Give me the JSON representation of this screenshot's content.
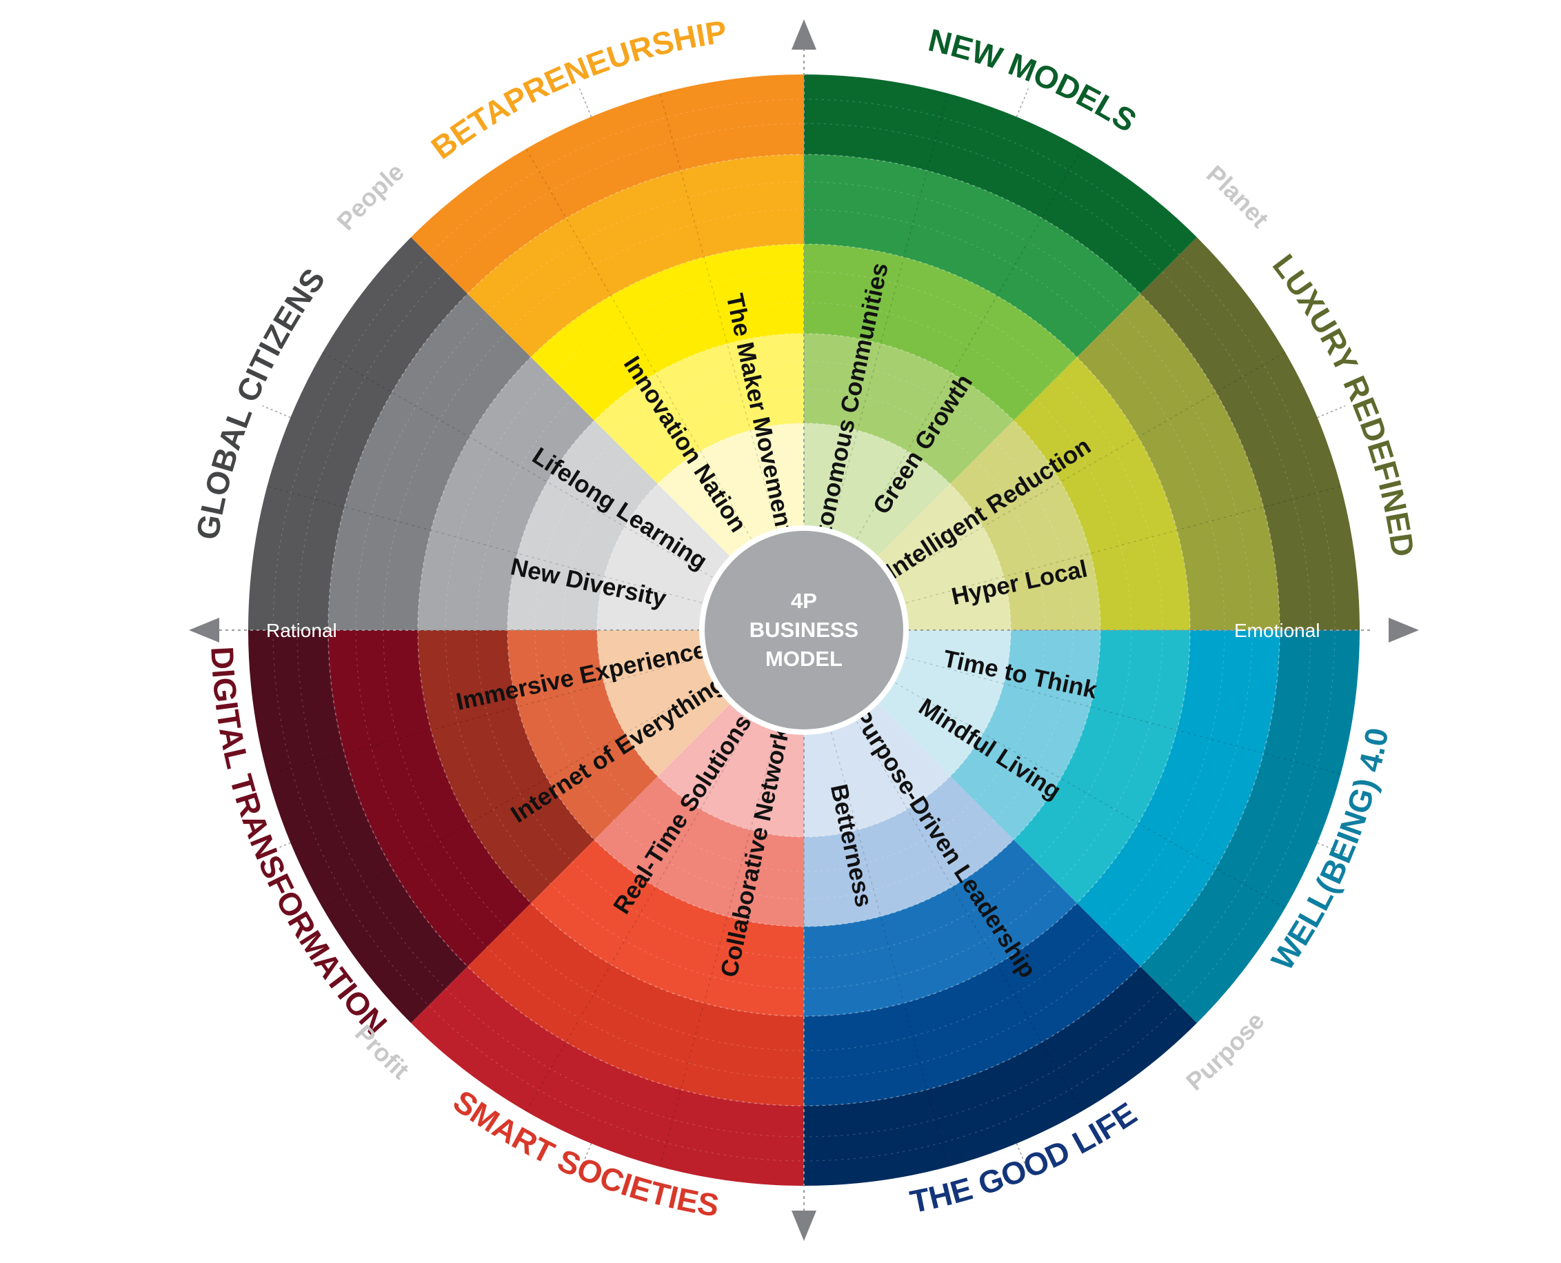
{
  "center": {
    "lines": [
      "4P",
      "BUSINESS",
      "MODEL"
    ],
    "color": "#a7a8ab"
  },
  "axes": {
    "left": "Rational",
    "right": "Emotional"
  },
  "quadrant_labels": {
    "top_left": "People",
    "top_right": "Planet",
    "bottom_left": "Profit",
    "bottom_right": "Purpose"
  },
  "sectors": [
    {
      "title": "NEW MODELS",
      "title_color": "#0a5e2a",
      "ring_colors": [
        "#d4e6b4",
        "#a6cf6f",
        "#7cc144",
        "#2c9a48",
        "#0a6a2e"
      ],
      "items": [
        "Autonomous Communities",
        "Green Growth"
      ]
    },
    {
      "title": "LUXURY REDEFINED",
      "title_color": "#5e6a2d",
      "ring_colors": [
        "#e5e8b0",
        "#d2d57c",
        "#c6cb34",
        "#9aa23c",
        "#636b2e"
      ],
      "items": [
        "Intelligent Reduction",
        "Hyper Local"
      ]
    },
    {
      "title": "WELL(BEING) 4.0",
      "title_color": "#0f7fa1",
      "ring_colors": [
        "#cdeaf2",
        "#7bcde1",
        "#21bccb",
        "#00a3cc",
        "#00819e"
      ],
      "items": [
        "Time to Think",
        "Mindful Living"
      ]
    },
    {
      "title": "THE GOOD LIFE",
      "title_color": "#13357a",
      "ring_colors": [
        "#d6e3f2",
        "#abc7e7",
        "#1a73ba",
        "#02488e",
        "#002b5e"
      ],
      "items": [
        "Purpose-Driven Leadership",
        "Betterness"
      ]
    },
    {
      "title": "SMART SOCIETIES",
      "title_color": "#d8382a",
      "ring_colors": [
        "#f6b7b5",
        "#f0857a",
        "#ee4f33",
        "#d93a26",
        "#bd202b"
      ],
      "items": [
        "Collaborative Networks",
        "Real-Time Solutions"
      ]
    },
    {
      "title": "DIGITAL TRANSFORMATION",
      "title_color": "#6e0d1e",
      "ring_colors": [
        "#f6cca8",
        "#df663f",
        "#9a2e20",
        "#7c0a1f",
        "#4f0e1e"
      ],
      "items": [
        "Internet of Everything",
        "Immersive Experiences"
      ]
    },
    {
      "title": "GLOBAL CITIZENS",
      "title_color": "#444546",
      "ring_colors": [
        "#e4e4e5",
        "#d1d2d4",
        "#a7a8ab",
        "#808184",
        "#58585a"
      ],
      "items": [
        "New Diversity",
        "Lifelong Learning"
      ]
    },
    {
      "title": "BETAPRENEURSHIP",
      "title_color": "#f7a51e",
      "ring_colors": [
        "#fff9c9",
        "#fff46a",
        "#ffec00",
        "#f9ae1c",
        "#f58f1e"
      ],
      "items": [
        "Innovation Nation",
        "The Maker Movement"
      ]
    }
  ]
}
